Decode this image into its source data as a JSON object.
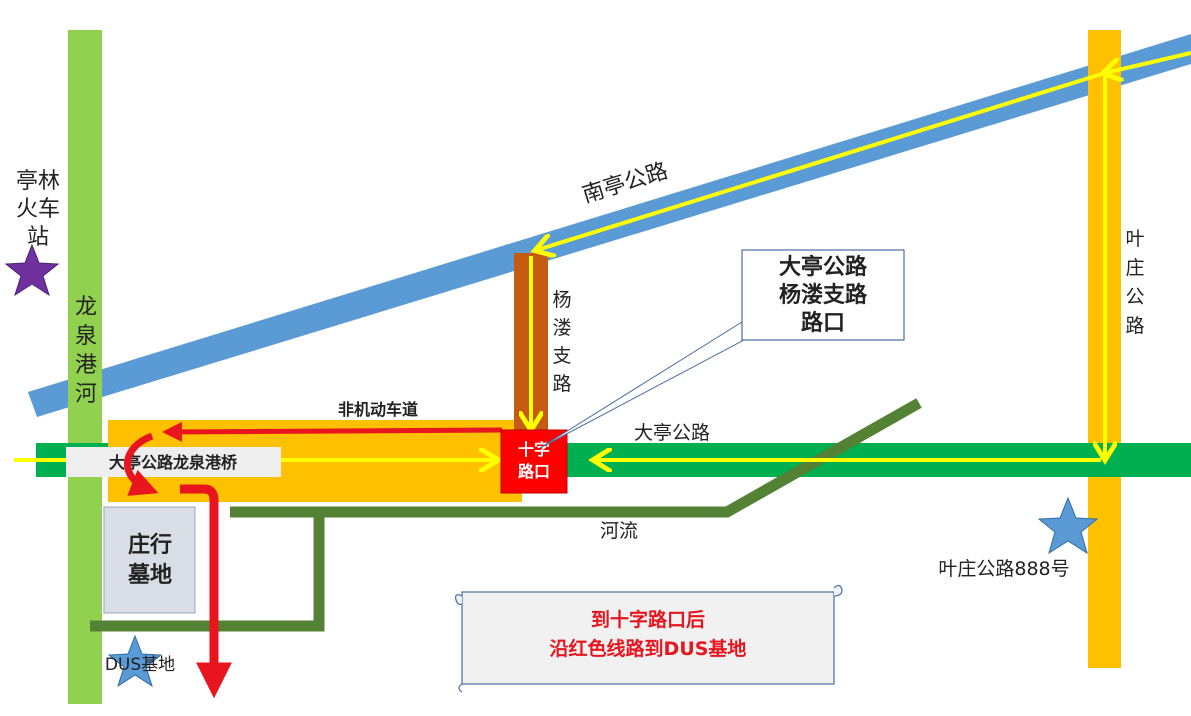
{
  "labels": {
    "station": [
      "亭林",
      "火车",
      "站"
    ],
    "river_longquan": [
      "龙",
      "泉",
      "港",
      "河"
    ],
    "road_nanting": "南亭公路",
    "road_yanglou": [
      "杨",
      "溇",
      "支",
      "路"
    ],
    "road_yezhuang": [
      "叶",
      "庄",
      "公",
      "路"
    ],
    "road_dating": "大亭公路",
    "bike_lane": "非机动车道",
    "bridge": "大亭公路龙泉港桥",
    "crossroad": [
      "十字",
      "路口"
    ],
    "river": "河流",
    "cemetery": [
      "庄行",
      "墓地"
    ],
    "dus_base": "DUS基地",
    "address": "叶庄公路888号"
  },
  "callout": {
    "lines": [
      "大亭公路",
      "杨溇支路",
      "路口"
    ]
  },
  "note": {
    "lines": [
      "到十字路口后",
      "沿红色线路到DUS基地"
    ]
  },
  "icons": {
    "station": "purple-star-icon",
    "dus_base": "blue-star-icon",
    "address": "blue-star-icon"
  },
  "colors": {
    "river_green": "#92d050",
    "road_blue": "#5b9bd5",
    "road_orange": "#ffc000",
    "road_green": "#00b050",
    "road_brown": "#c55a11",
    "river_olive": "#548235",
    "route_red": "#e8141e",
    "route_yellow": "#ffff00",
    "star_purple": "#7030a0",
    "star_blue": "#5b9bd5"
  }
}
